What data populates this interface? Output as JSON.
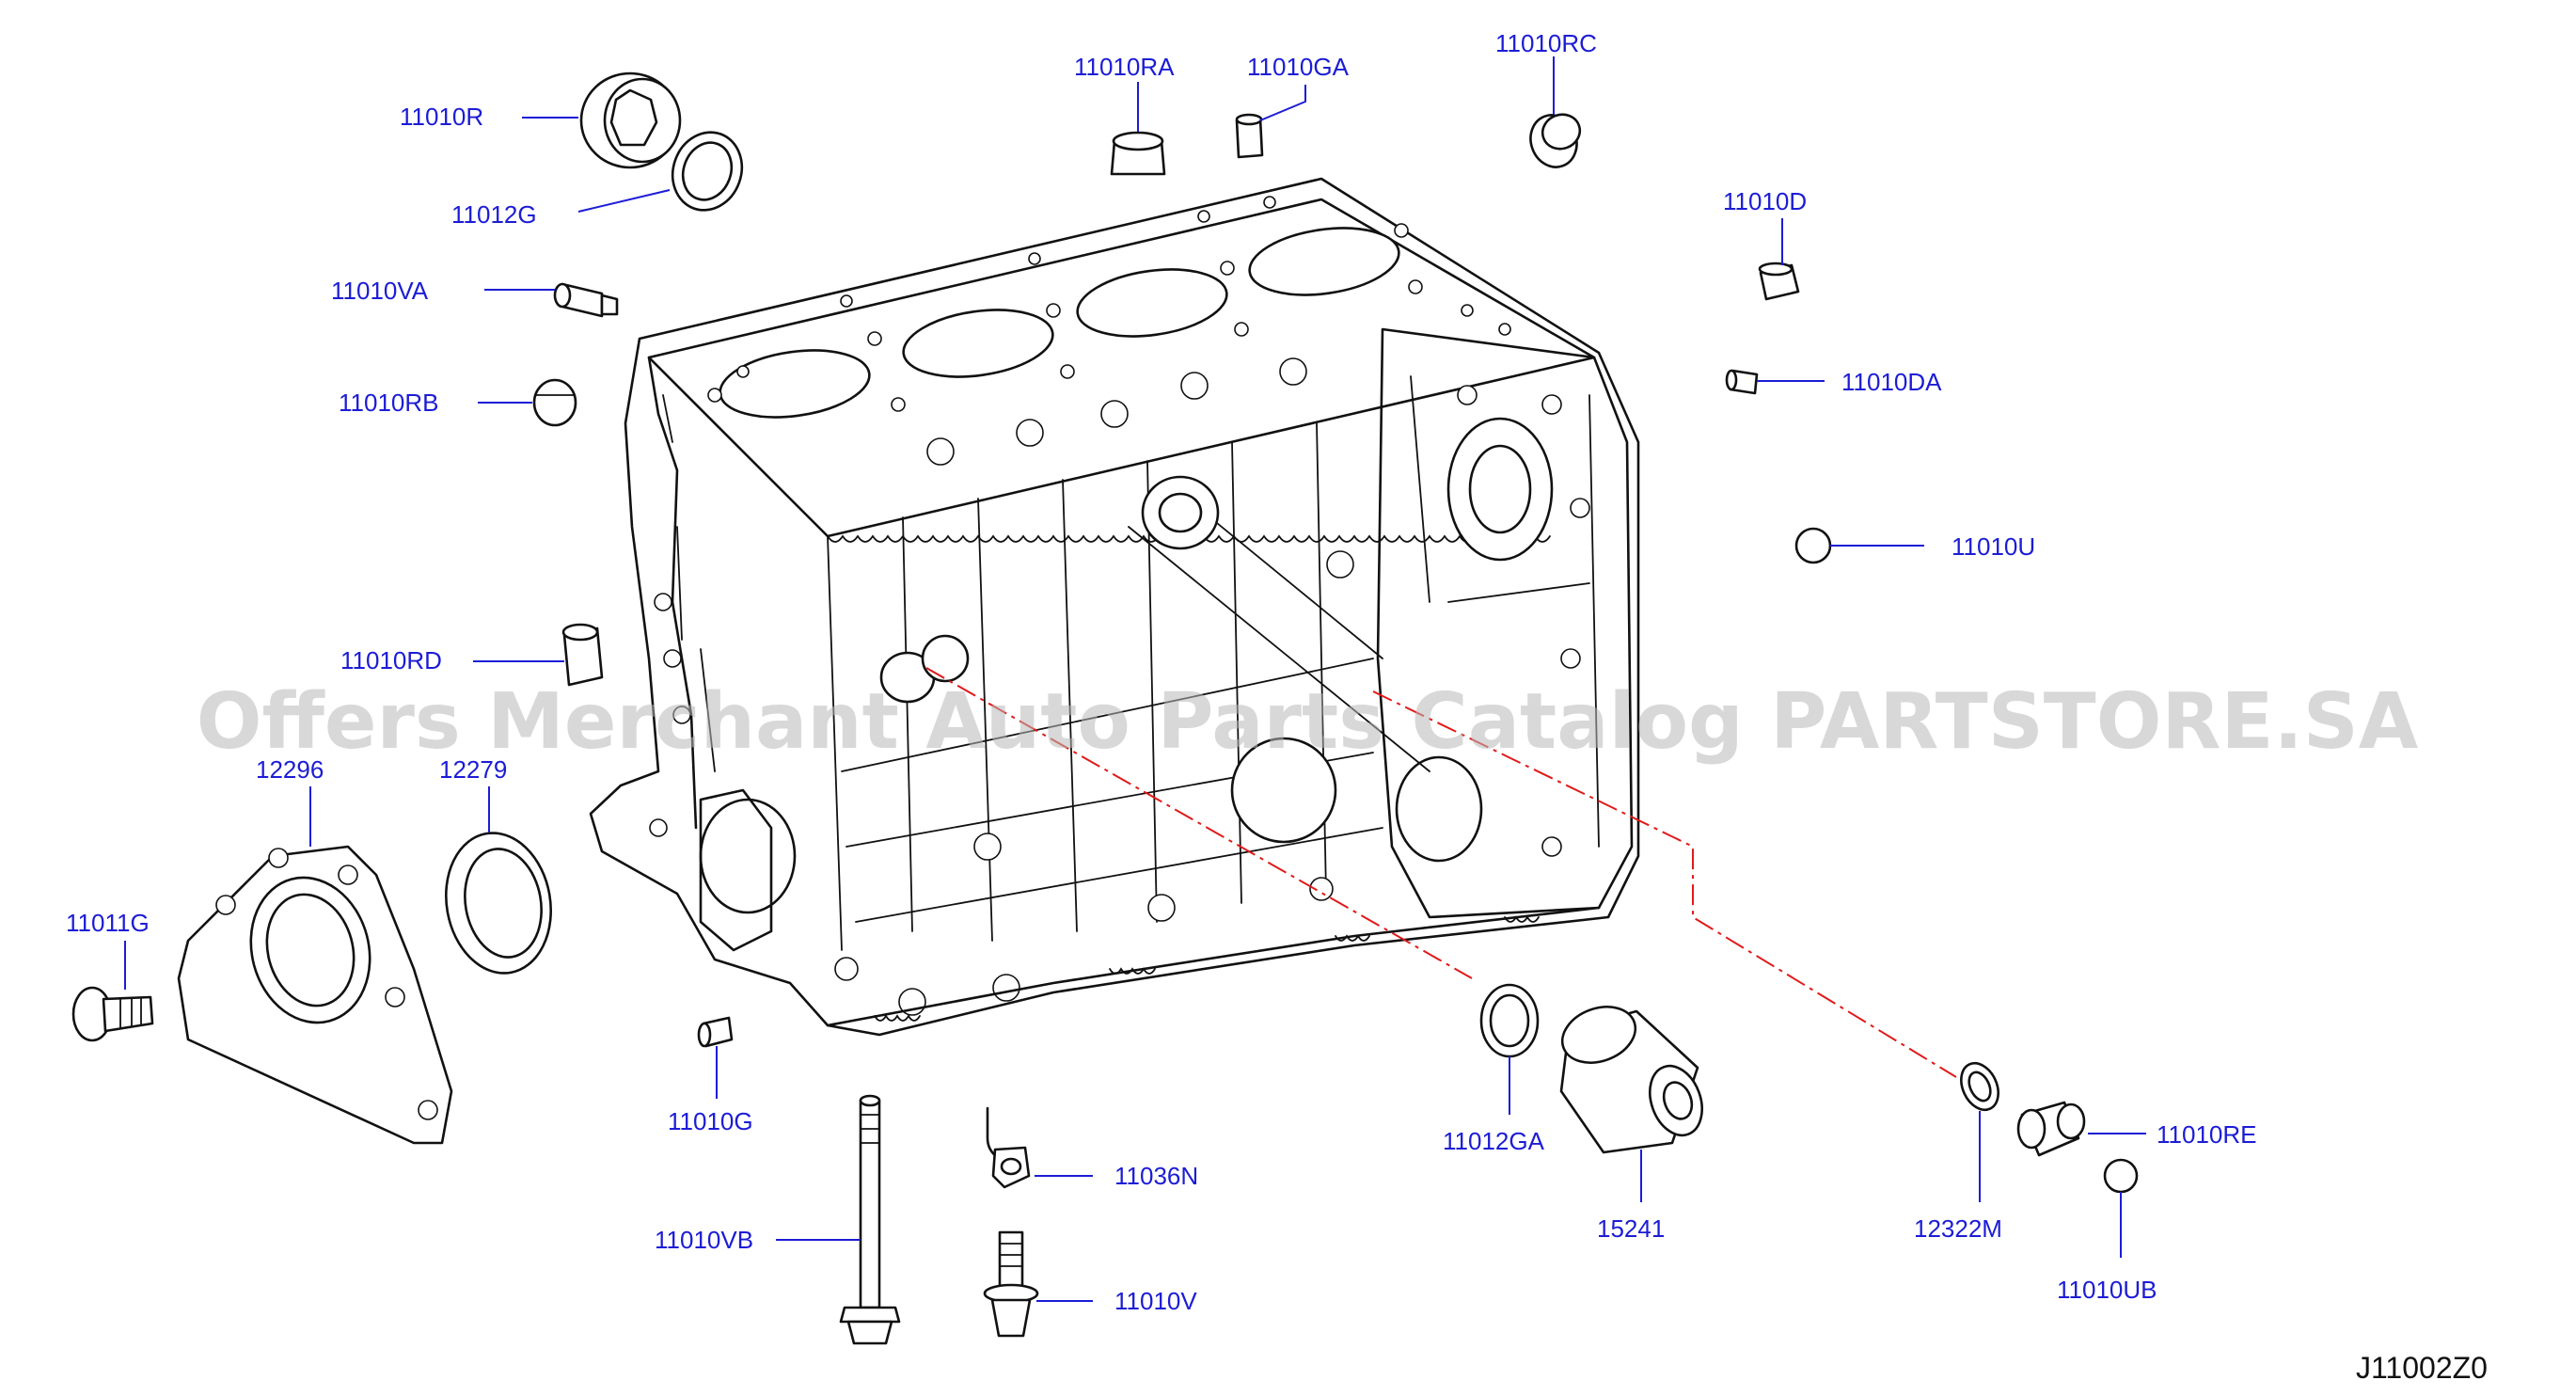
{
  "parts": {
    "p11010R": "11010R",
    "p11012G": "11012G",
    "p11010VA": "11010VA",
    "p11010RB": "11010RB",
    "p11010RD": "11010RD",
    "p12296": "12296",
    "p12279": "12279",
    "p11011G": "11011G",
    "p11010G": "11010G",
    "p11010VB": "11010VB",
    "p11036N": "11036N",
    "p11010V": "11010V",
    "p11010RA": "11010RA",
    "p11010GA": "11010GA",
    "p11010RC": "11010RC",
    "p11010D": "11010D",
    "p11010DA": "11010DA",
    "p11010U": "11010U",
    "p11012GA": "11012GA",
    "p15241": "15241",
    "p12322M": "12322M",
    "p11010RE": "11010RE",
    "p11010UB": "11010UB"
  },
  "diagram_code": "J11002Z0",
  "watermark": "Offers Merchant Auto Parts Catalog PARTSTORE.SA",
  "colors": {
    "label": "#1c1cd6",
    "line_art": "#111111",
    "dash_line": "#e01a1a",
    "watermark": "#b8b8b8",
    "background": "#ffffff"
  }
}
